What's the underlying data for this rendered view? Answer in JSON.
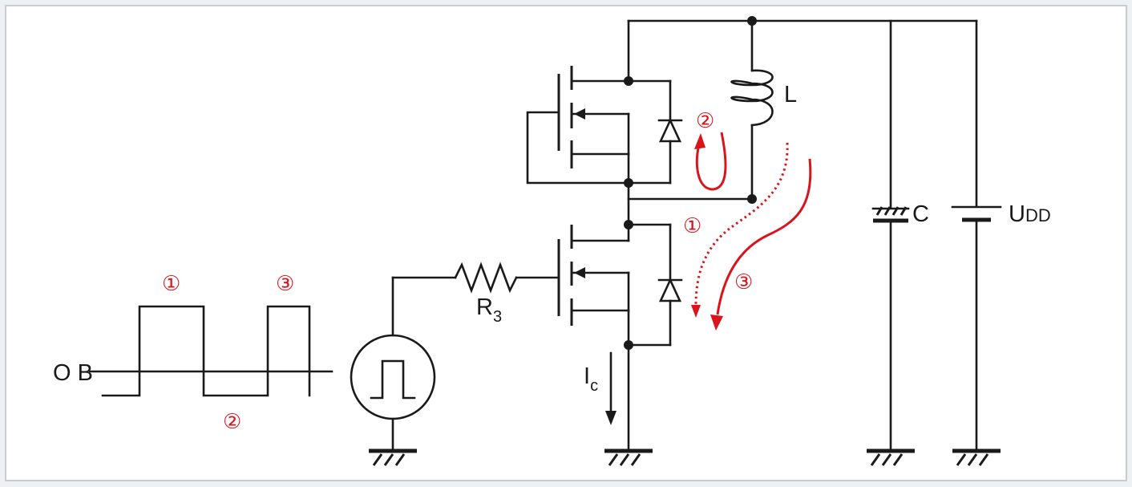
{
  "colors": {
    "background": "#eef1f4",
    "frame": "#c9cdd2",
    "wire": "#1a1a1a",
    "current_path": "#d9141c"
  },
  "labels": {
    "input_label": "O B",
    "resistor": "R",
    "resistor_sub": "3",
    "inductor": "L",
    "capacitor": "C",
    "supply": "U",
    "supply_sub": "DD",
    "current": "I",
    "current_sub": "c"
  },
  "phase_markers": {
    "waveform_phase_1": "①",
    "waveform_phase_2": "②",
    "waveform_phase_3": "③",
    "path_phase_1": "①",
    "path_phase_2": "②",
    "path_phase_3": "③"
  },
  "icons": {
    "pulse_source": "square-pulse-generator-icon",
    "ground": "ground-icon",
    "diode": "diode-icon",
    "mosfet": "n-channel-mosfet-icon",
    "inductor": "inductor-coil-icon",
    "capacitor": "polarized-capacitor-icon",
    "battery": "dc-source-icon"
  }
}
